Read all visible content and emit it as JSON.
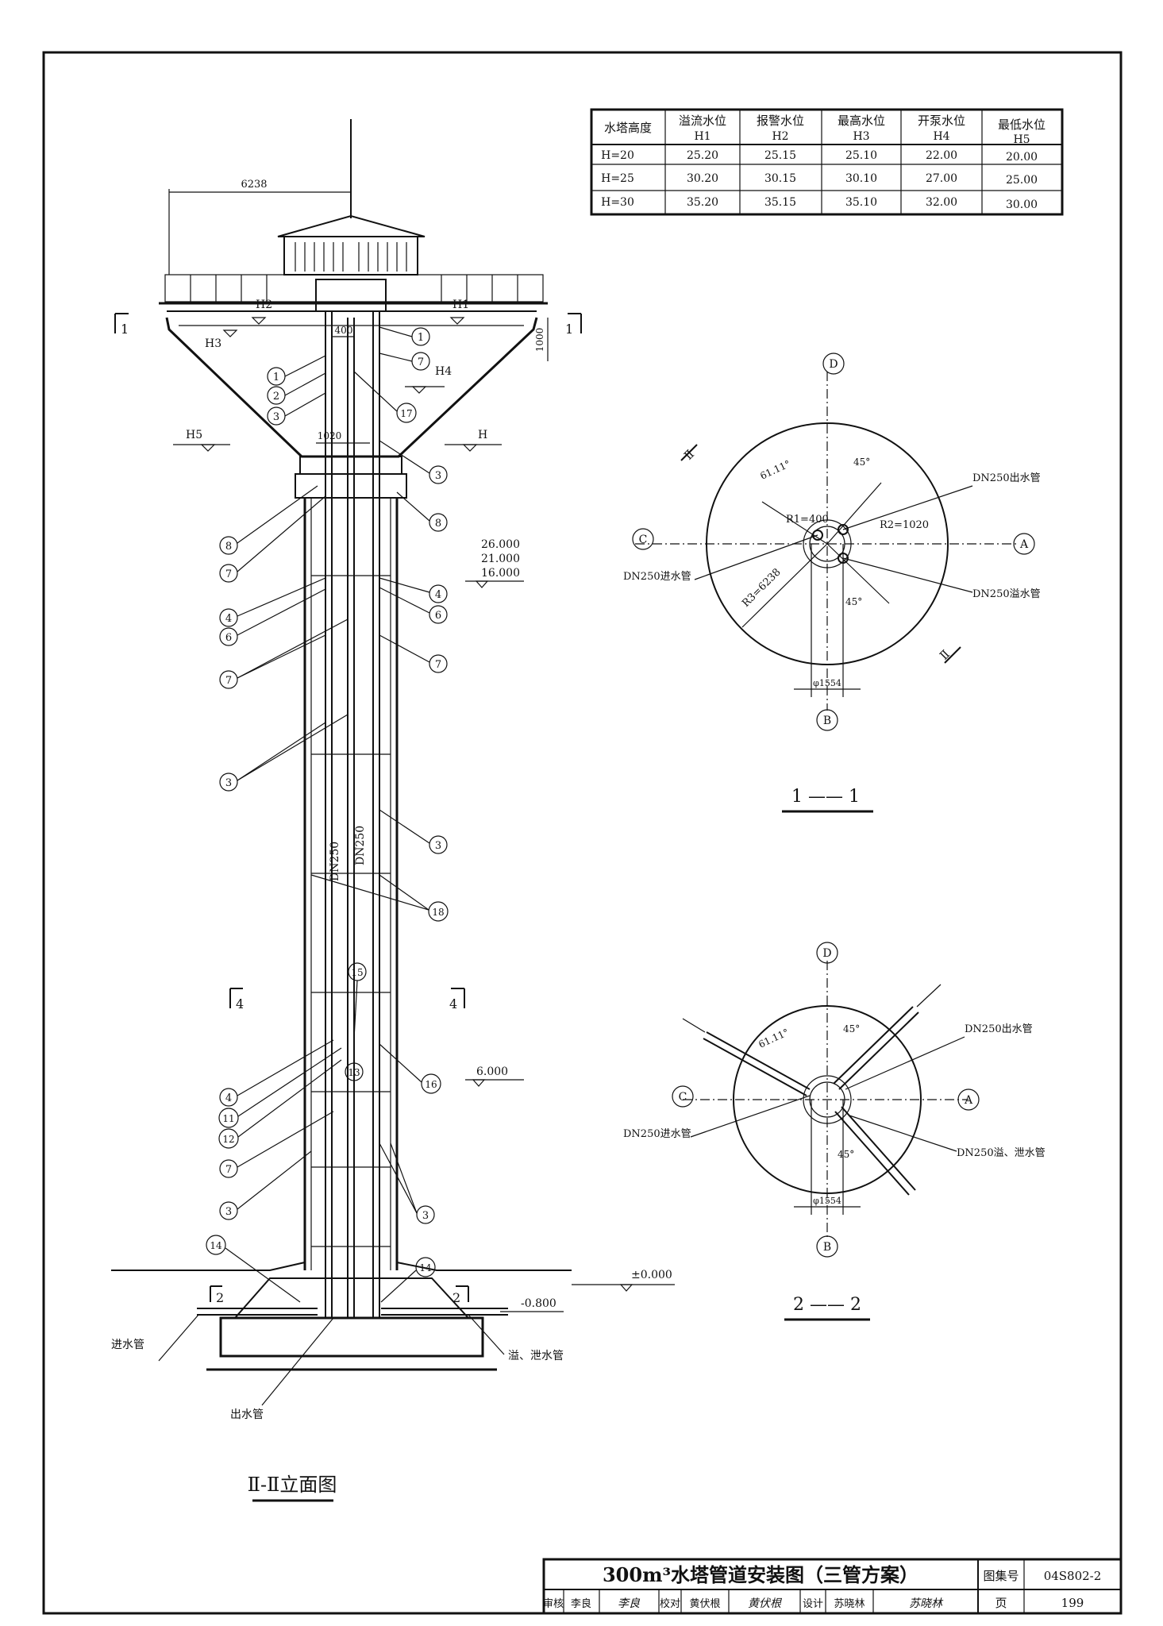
{
  "level_table": {
    "headers": [
      {
        "line1": "水塔高度",
        "line2": ""
      },
      {
        "line1": "溢流水位",
        "line2": "H1"
      },
      {
        "line1": "报警水位",
        "line2": "H2"
      },
      {
        "line1": "最高水位",
        "line2": "H3"
      },
      {
        "line1": "开泵水位",
        "line2": "H4"
      },
      {
        "line1": "最低水位",
        "line2": "H5"
      }
    ],
    "rows": [
      [
        "H=20",
        "25.20",
        "25.15",
        "25.10",
        "22.00",
        "20.00"
      ],
      [
        "H=25",
        "30.20",
        "30.15",
        "30.10",
        "27.00",
        "25.00"
      ],
      [
        "H=30",
        "35.20",
        "35.15",
        "35.10",
        "32.00",
        "30.00"
      ]
    ]
  },
  "elevation": {
    "title": "Ⅱ-Ⅱ立面图",
    "dim_top": "6238",
    "dim_400": "400",
    "dim_1020": "1020",
    "dim_1000": "1000",
    "levels": {
      "h1": "H1",
      "h2": "H2",
      "h3": "H3",
      "h4": "H4",
      "h5": "H5",
      "h": "H"
    },
    "elev_26": "26.000",
    "elev_21": "21.000",
    "elev_16": "16.000",
    "elev_6": "6.000",
    "elev_0": "±0.000",
    "elev_m08": "-0.800",
    "pipe_label_1": "DN250",
    "pipe_label_2": "DN250",
    "inlet": "进水管",
    "outlet": "出水管",
    "overflow": "溢、泄水管",
    "section_marks": {
      "s1l": "1",
      "s1r": "1",
      "s4l": "4",
      "s4r": "4",
      "s2l": "2",
      "s2r": "2"
    },
    "callouts": {
      "c1a": "1",
      "c7a": "7",
      "c1b": "1",
      "c2": "2",
      "c3a": "3",
      "c17": "17",
      "c3b": "3",
      "c8a": "8",
      "c8b": "8",
      "c7b": "7",
      "c4a": "4",
      "c6a": "6",
      "c4b": "4",
      "c6b": "6",
      "c7c": "7",
      "c7d": "7",
      "c3c": "3",
      "c3d": "3",
      "c18": "18",
      "c15": "15",
      "c16": "16",
      "c4c": "4",
      "c11": "11",
      "c12": "12",
      "c13": "13",
      "c7e": "7",
      "c3e": "3",
      "c3f": "3",
      "c14a": "14",
      "c14b": "14"
    }
  },
  "plan_1": {
    "title": "1 —— 1",
    "angle1": "61.11°",
    "angle2": "45°",
    "angle3": "45°",
    "r1": "R1=400",
    "r2": "R2=1020",
    "r3": "R3=6238",
    "phi": "φ1554",
    "outlet": "DN250出水管",
    "inlet": "DN250进水管",
    "overflow": "DN250溢水管",
    "axes": {
      "a": "A",
      "b": "B",
      "c": "C",
      "d": "D"
    },
    "section_mark_1": "Ⅱ",
    "section_mark_2": "Ⅱ"
  },
  "plan_2": {
    "title": "2 —— 2",
    "angle1": "61.11°",
    "angle2": "45°",
    "angle3": "45°",
    "phi": "φ1554",
    "outlet": "DN250出水管",
    "inlet": "DN250进水管",
    "overflow": "DN250溢、泄水管",
    "axes": {
      "a": "A",
      "b": "B",
      "c": "C",
      "d": "D"
    }
  },
  "title_block": {
    "title": "300m³水塔管道安装图（三管方案）",
    "atlas_label": "图集号",
    "atlas_value": "04S802-2",
    "page_label": "页",
    "page_value": "199",
    "review_label": "审核",
    "review_name": "李良",
    "review_sign": "李良",
    "check_label": "校对",
    "check_name": "黄伏根",
    "check_sign": "黄伏根",
    "design_label": "设计",
    "design_name": "苏晓林",
    "design_sign": "苏晓林"
  }
}
